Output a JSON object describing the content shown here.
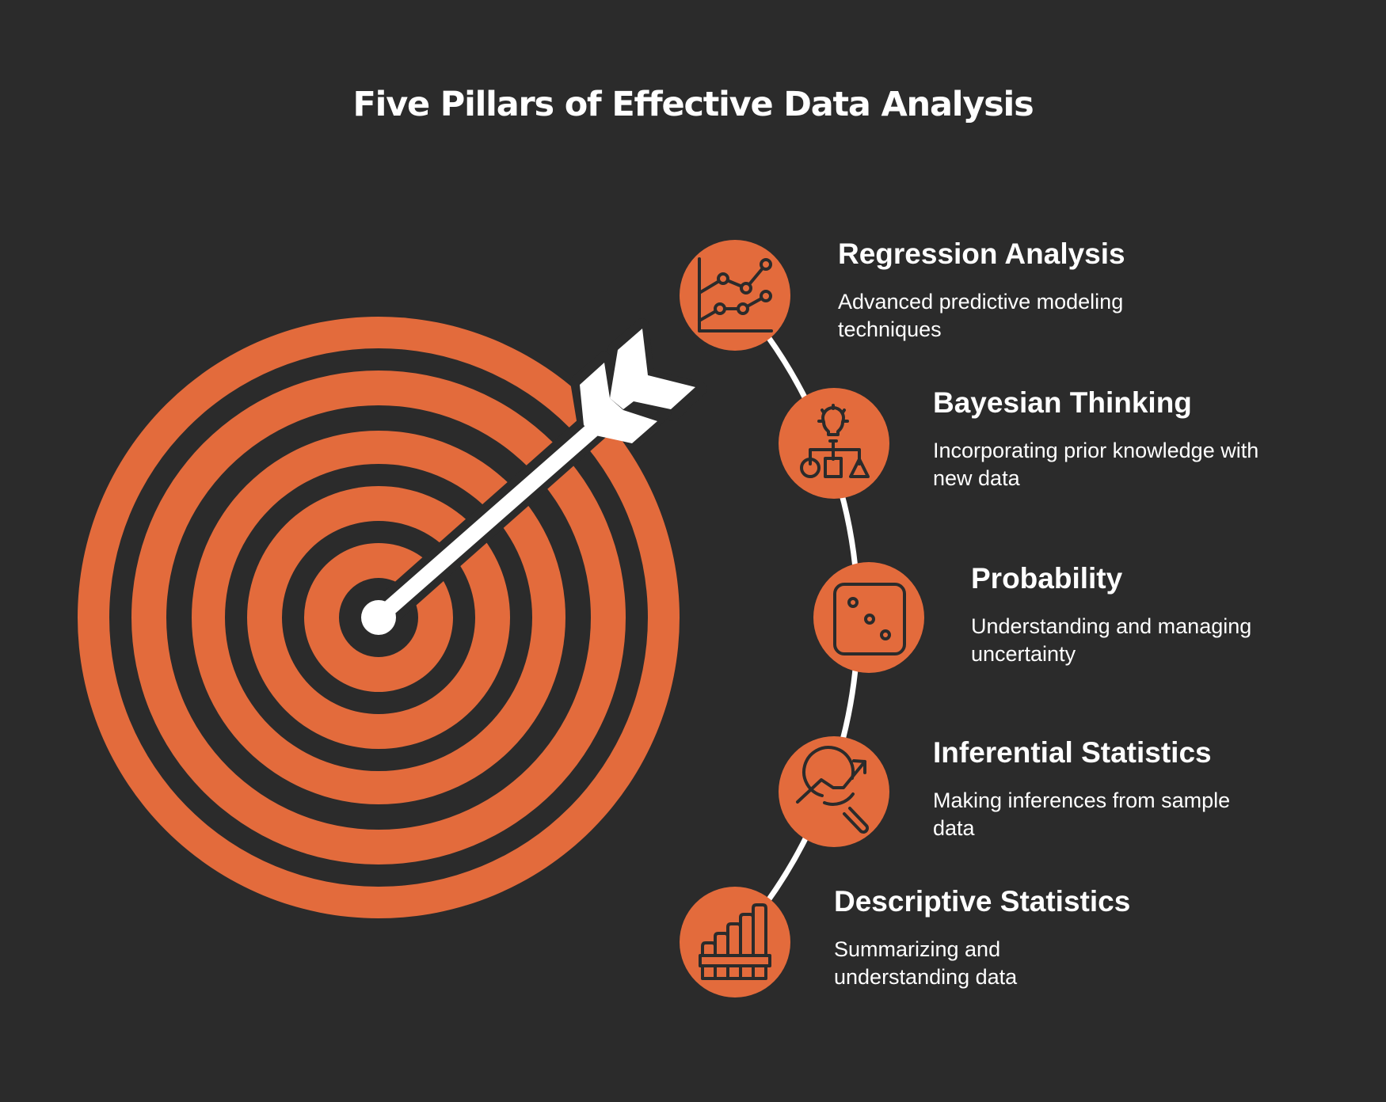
{
  "title": "Five Pillars of Effective Data Analysis",
  "colors": {
    "background": "#2b2b2b",
    "accent": "#e36b3c",
    "icon_stroke": "#2b2b2b",
    "text": "#ffffff"
  },
  "target": {
    "icon": "bullseye-target-icon",
    "arrow_icon": "arrow-icon"
  },
  "pillars": [
    {
      "title": "Regression Analysis",
      "description": "Advanced predictive modeling techniques",
      "icon": "line-chart-icon"
    },
    {
      "title": "Bayesian Thinking",
      "description": "Incorporating prior knowledge with new data",
      "icon": "lightbulb-shapes-hierarchy-icon"
    },
    {
      "title": "Probability",
      "description": "Understanding and managing uncertainty",
      "icon": "dice-icon"
    },
    {
      "title": "Inferential Statistics",
      "description": "Making inferences from sample data",
      "icon": "magnifier-trend-icon"
    },
    {
      "title": "Descriptive Statistics",
      "description": "Summarizing and understanding data",
      "icon": "bar-chart-icon"
    }
  ]
}
